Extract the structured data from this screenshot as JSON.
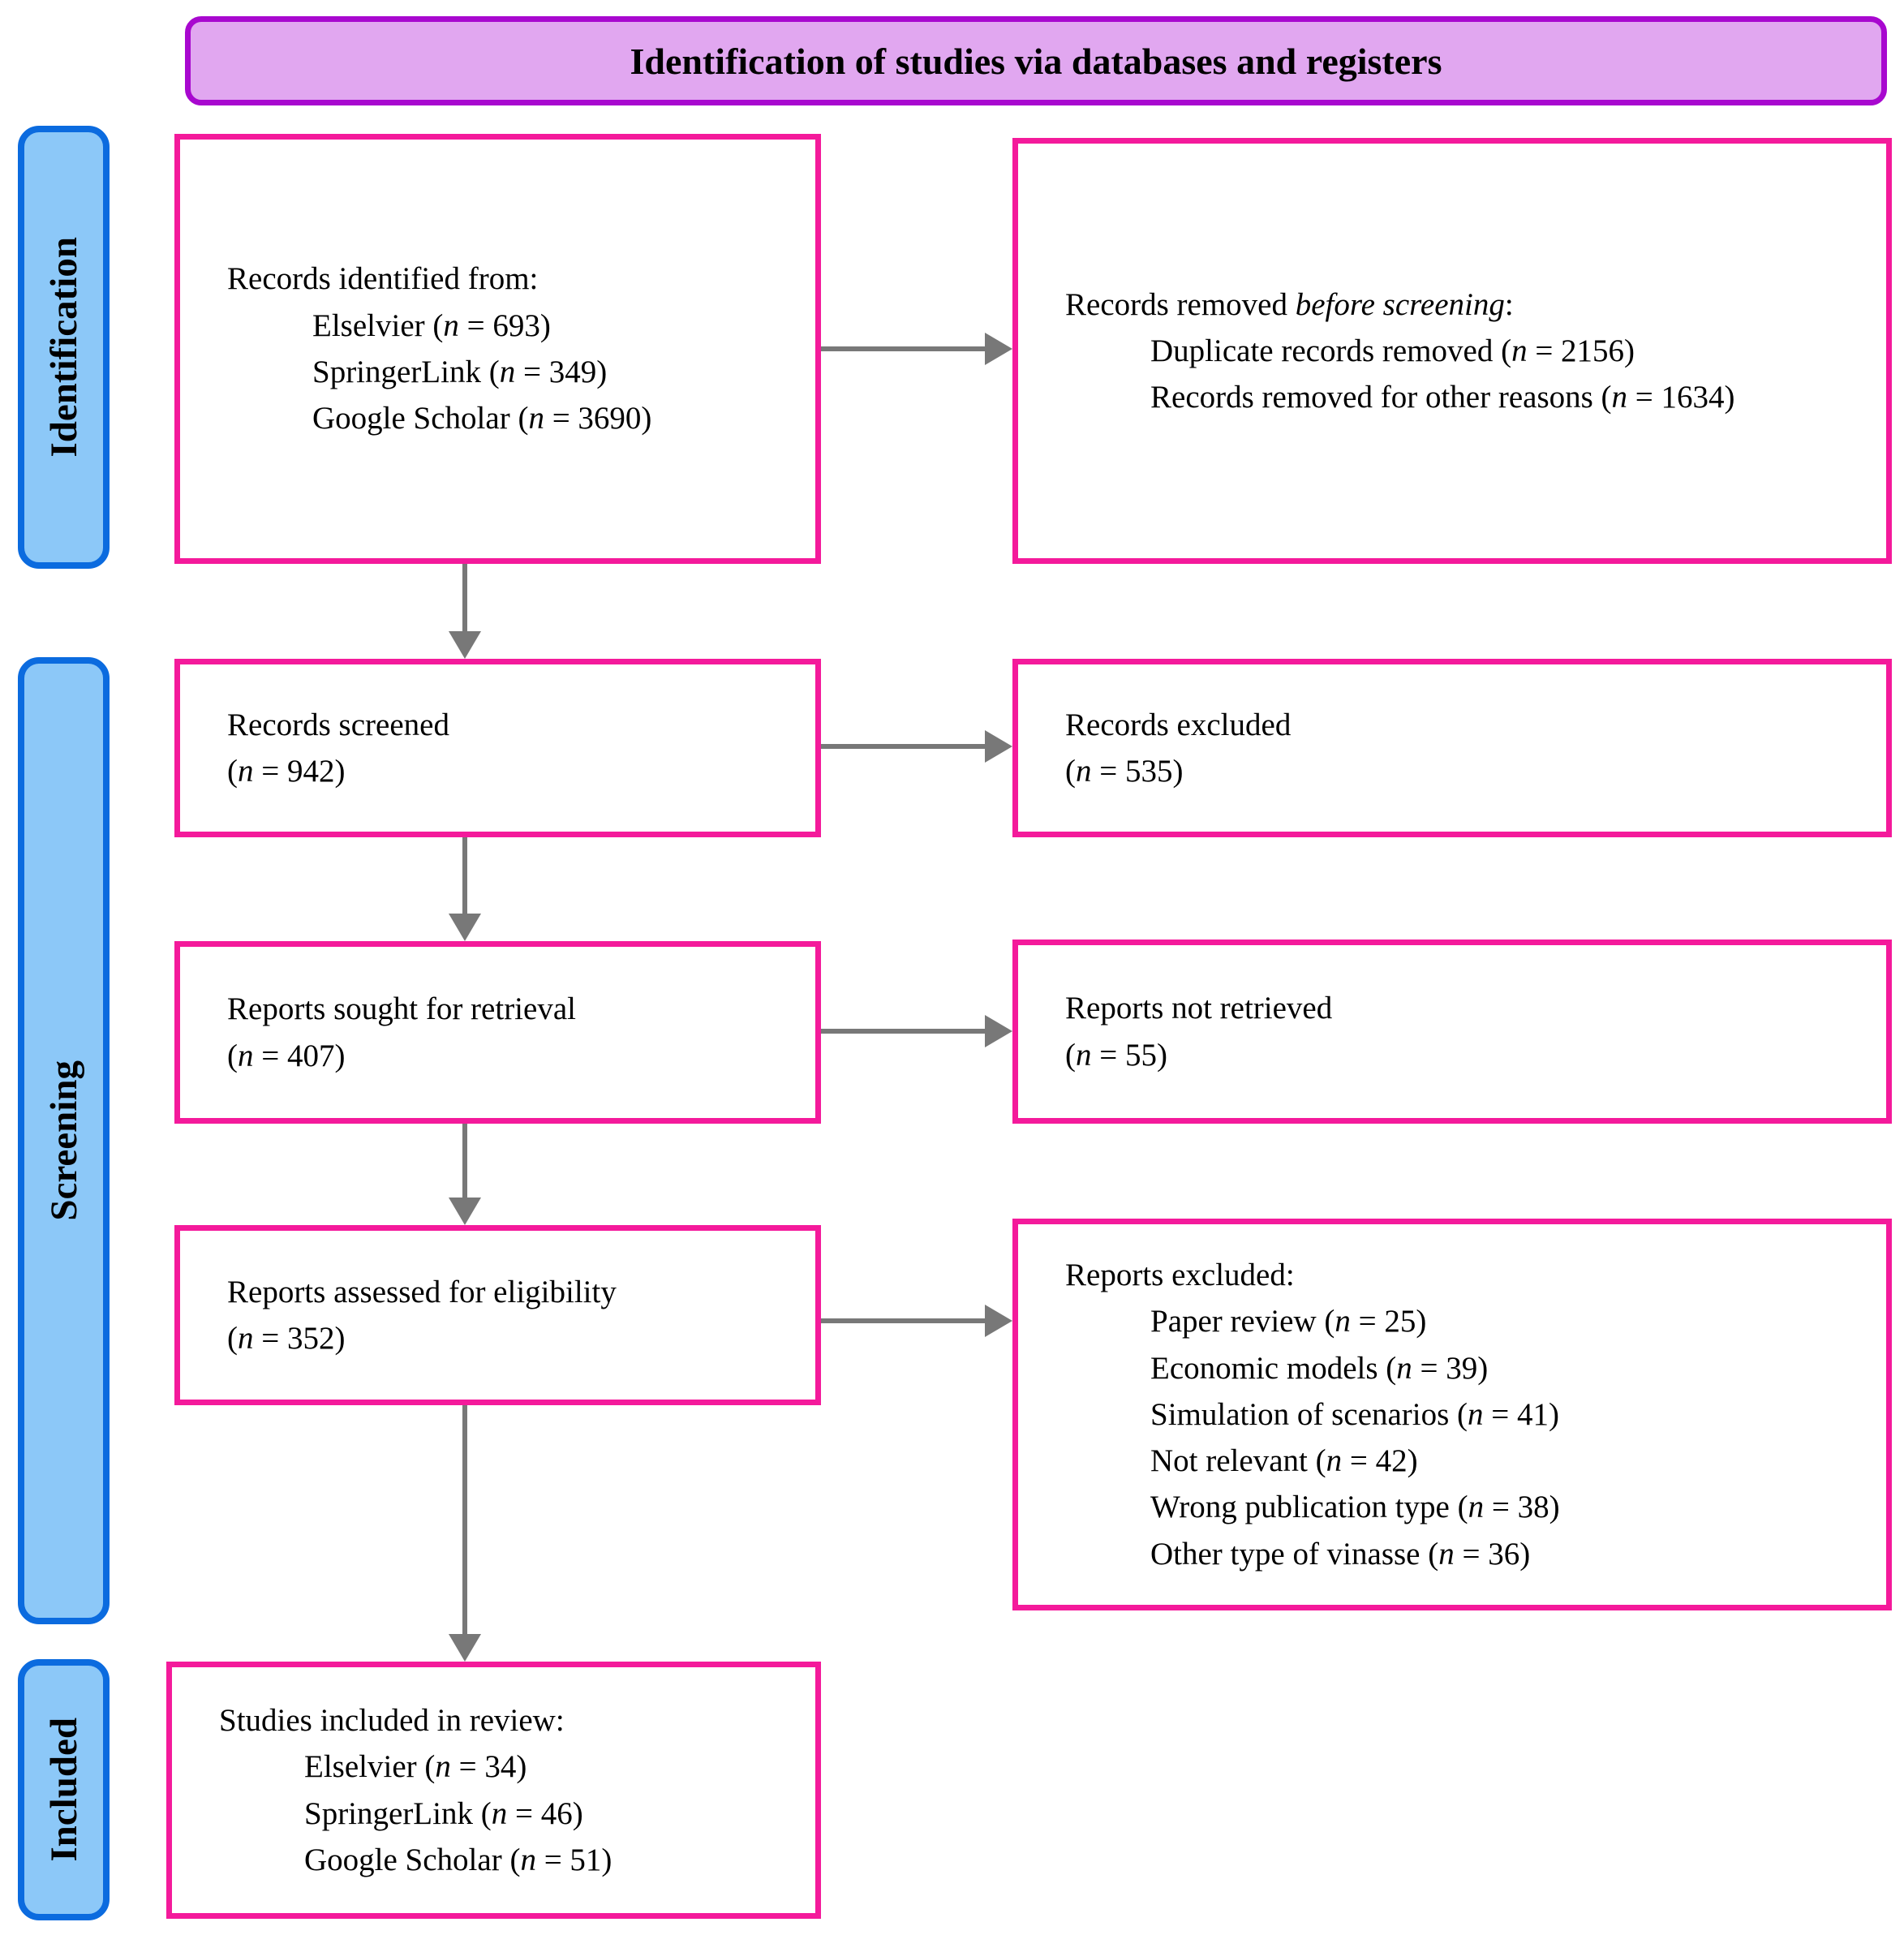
{
  "header": {
    "title": "Identification of studies via databases and registers"
  },
  "stages": [
    {
      "label": "Identification"
    },
    {
      "label": "Screening"
    },
    {
      "label": "Included"
    }
  ],
  "boxes": {
    "records_identified": {
      "title": "Records identified from:",
      "items": [
        "Elselvier (n = 693)",
        "SpringerLink (n = 349)",
        "Google Scholar (n = 3690)"
      ]
    },
    "records_removed": {
      "title": "Records removed *before screening*:",
      "items": [
        "Duplicate records removed (n = 2156)",
        "Records removed for other reasons (n = 1634)"
      ]
    },
    "records_screened": {
      "line1": "Records screened",
      "line2": "(n = 942)"
    },
    "records_excluded": {
      "line1": "Records excluded",
      "line2": "(n = 535)"
    },
    "reports_sought": {
      "line1": "Reports sought for retrieval",
      "line2": "(n = 407)"
    },
    "reports_not_retrieved": {
      "line1": "Reports not retrieved",
      "line2": "(n = 55)"
    },
    "reports_assessed": {
      "line1": "Reports assessed for eligibility",
      "line2": "(n = 352)"
    },
    "reports_excluded": {
      "title": "Reports excluded:",
      "items": [
        "Paper review (n = 25)",
        "Economic models (n = 39)",
        "Simulation of scenarios (n = 41)",
        "Not relevant (n = 42)",
        "Wrong publication type (n = 38)",
        "Other type of vinasse (n = 36)"
      ]
    },
    "studies_included": {
      "title": "Studies included in review:",
      "items": [
        "Elselvier (n = 34)",
        "SpringerLink (n = 46)",
        "Google Scholar (n = 51)"
      ]
    }
  },
  "colors": {
    "banner_fill": "#e1a7f0",
    "banner_border": "#a808cf",
    "stage_fill": "#8cc8f8",
    "stage_border": "#0b6bdf",
    "flow_box_border": "#f41a9b",
    "arrow": "#787878",
    "text": "#000000"
  }
}
